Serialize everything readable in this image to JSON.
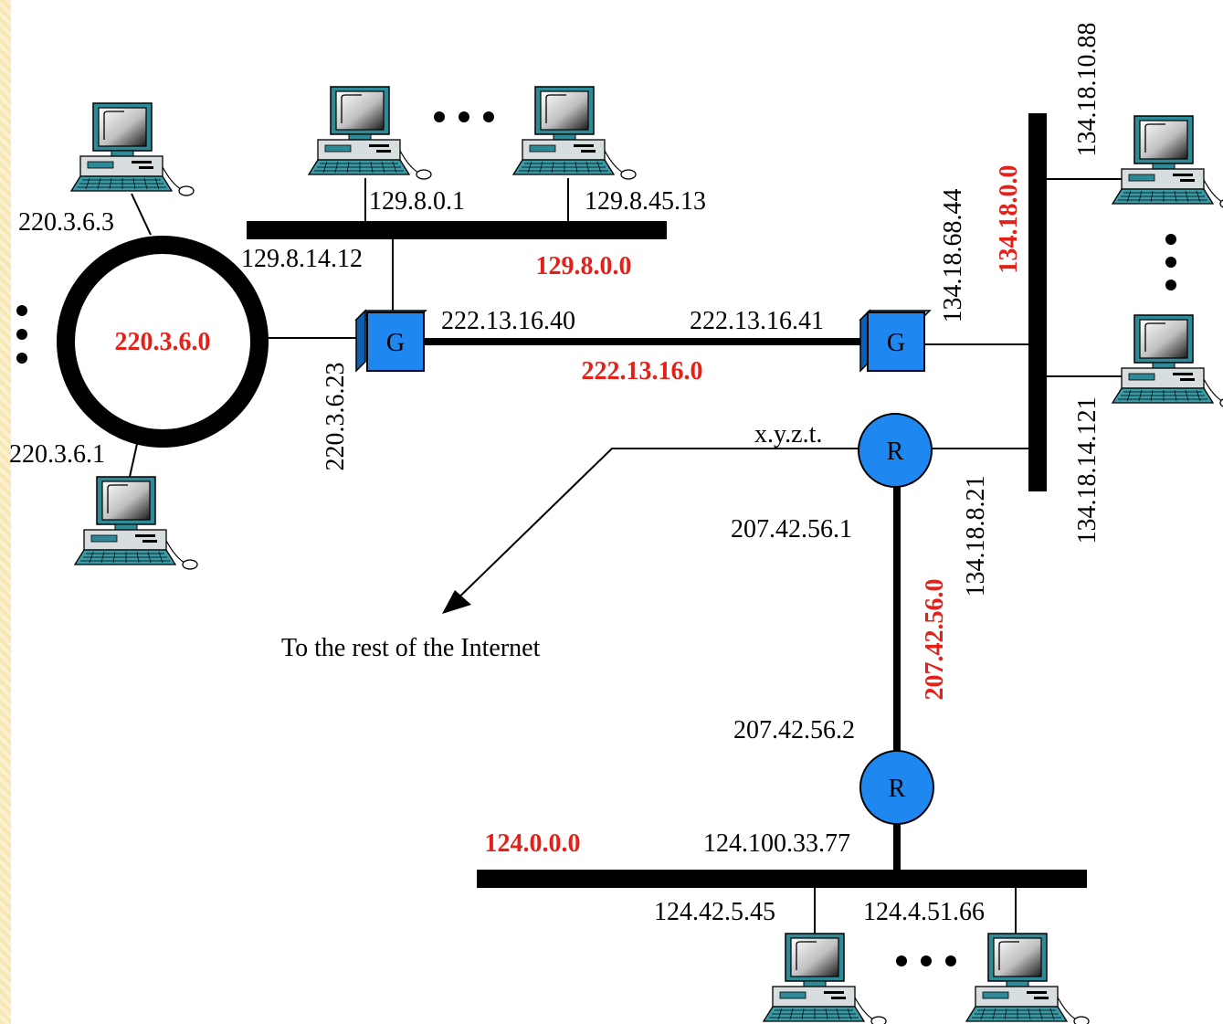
{
  "colors": {
    "network_label": "#e32119",
    "device_fill": "#1f87f0",
    "line": "#000000",
    "strip": "#f6e7b3"
  },
  "icons": [
    "desktop-computer-icon",
    "gateway-icon",
    "router-icon",
    "ellipsis-dots-icon"
  ],
  "networks": {
    "ring": "220.3.6.0",
    "top_bus": "129.8.0.0",
    "link_g": "222.13.16.0",
    "right_bus": "134.18.0.0",
    "link_r": "207.42.56.0",
    "bottom_bus": "124.0.0.0"
  },
  "addresses": {
    "ring_host_top": "220.3.6.3",
    "ring_host_bottom": "220.3.6.1",
    "ring_gateway": "220.3.6.23",
    "top_host_1": "129.8.0.1",
    "top_host_2": "129.8.45.13",
    "top_gateway": "129.8.14.12",
    "link_g_left": "222.13.16.40",
    "link_g_right": "222.13.16.41",
    "right_gateway": "134.18.68.44",
    "right_host_1": "134.18.10.88",
    "right_host_2": "134.18.14.121",
    "right_router": "134.18.8.21",
    "router1_out": "x.y.z.t.",
    "router1_down": "207.42.56.1",
    "router2_up": "207.42.56.2",
    "router2_down": "124.100.33.77",
    "bottom_host_1": "124.42.5.45",
    "bottom_host_2": "124.4.51.66"
  },
  "nodes": {
    "gateway_letter": "G",
    "router_letter": "R"
  },
  "internet_label": "To the rest of the Internet"
}
